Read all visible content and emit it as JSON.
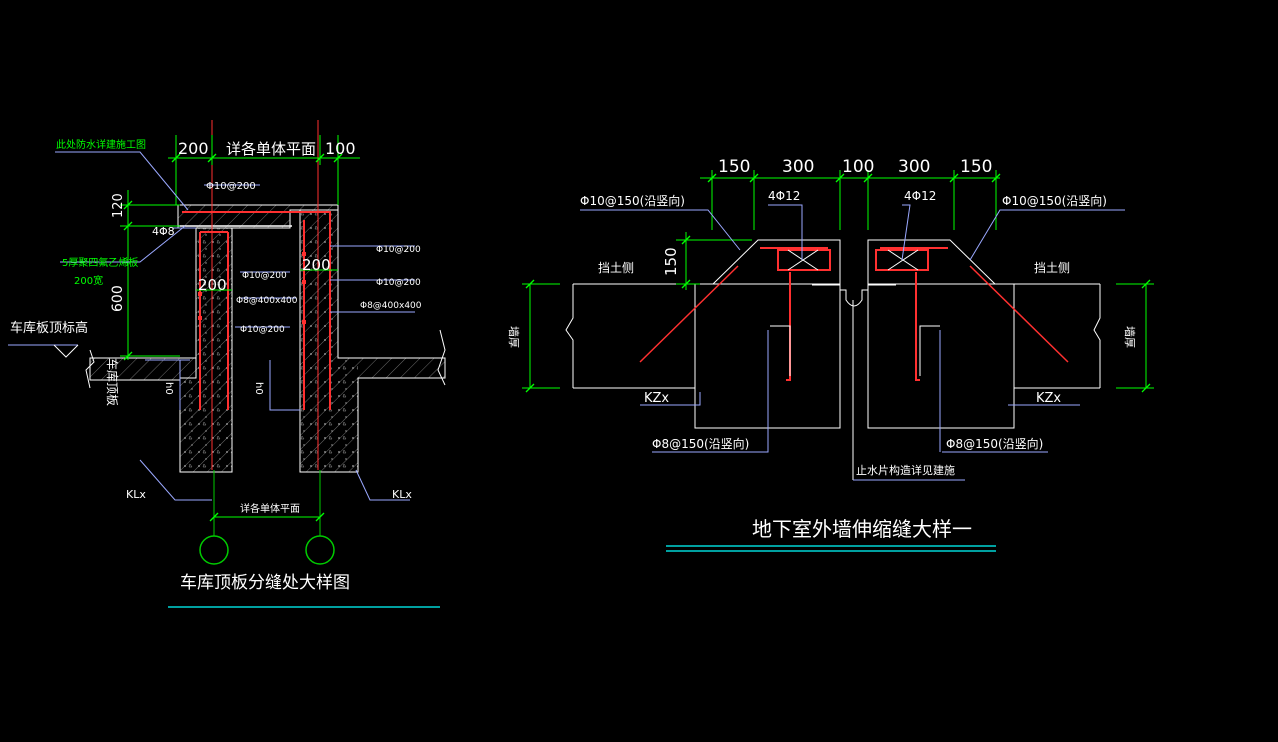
{
  "colors": {
    "background": "#000000",
    "outline": "#ffffff",
    "dimension": "#00ff00",
    "rebar": "#ff3030",
    "leader": "#9aa8ff",
    "axis": "#00cc00",
    "underline": "#00ffff",
    "hatch": "#bbbbbb",
    "callout_green": "#00ff00"
  },
  "left_detail": {
    "title": "车库顶板分缝处大样图",
    "note_waterproof": "此处防水详建施工图",
    "note_board_1": "5厚聚四氟乙烯板",
    "note_board_2": "200宽",
    "dim_top_200": "200",
    "dim_top_span": "详各单体平面",
    "dim_top_100": "100",
    "dim_120": "120",
    "dim_600": "600",
    "dim_inner_200_a": "200",
    "dim_inner_200_b": "200",
    "rebar_top": "Φ10@200",
    "rebar_4phi8": "4Φ8",
    "rebar_mid_1": "Φ10@200",
    "rebar_mid_2": "Φ8@400x400",
    "rebar_mid_3": "Φ10@200",
    "rebar_right_1": "Φ10@200",
    "rebar_right_2": "Φ10@200",
    "rebar_right_3": "Φ8@400x400",
    "garage_top_elev": "车库板顶标高",
    "garage_slab": "车库顶板",
    "h0_left": "h0",
    "h0_right": "h0",
    "klx_left": "KLx",
    "klx_right": "KLx",
    "dim_bottom_span": "详各单体平面"
  },
  "right_detail": {
    "title": "地下室外墙伸缩缝大样一",
    "dim_150_a": "150",
    "dim_300_a": "300",
    "dim_100": "100",
    "dim_300_b": "300",
    "dim_150_b": "150",
    "dim_150_v": "150",
    "rebar_4phi12_left": "4Φ12",
    "rebar_4phi12_right": "4Φ12",
    "rebar_phi10_left": "Φ10@150(沿竖向)",
    "rebar_phi10_right": "Φ10@150(沿竖向)",
    "soil_left": "挡土侧",
    "soil_right": "挡土侧",
    "wall_left": "墙厚",
    "wall_right": "墙厚",
    "kzx_left": "KZx",
    "kzx_right": "KZx",
    "rebar_phi8_left": "Φ8@150(沿竖向)",
    "rebar_phi8_right": "Φ8@150(沿竖向)",
    "waterstop_note": "止水片构造详见建施"
  }
}
